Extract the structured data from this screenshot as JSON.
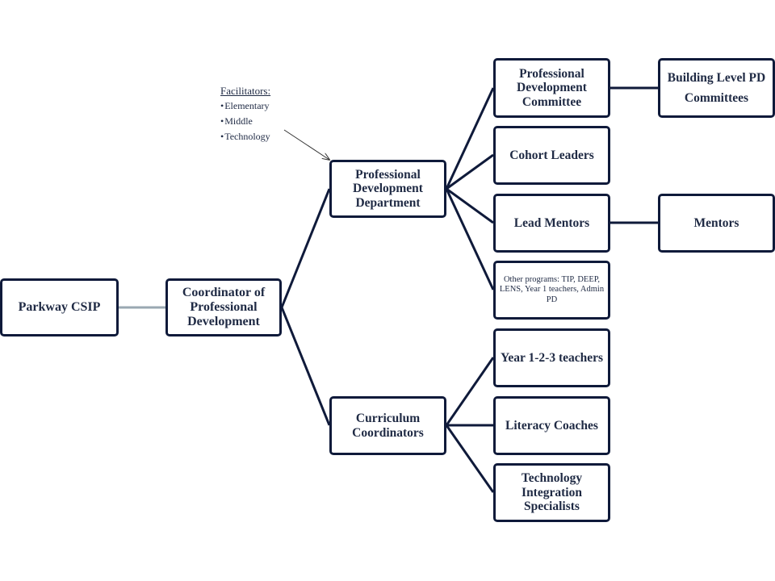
{
  "nodes": {
    "root": "Parkway CSIP",
    "coordinator": "Coordinator of Professional Development",
    "pd_department": "Professional Development Department",
    "curriculum": "Curriculum Coordinators",
    "pd_committee": "Professional Development Committee",
    "cohort": "Cohort Leaders",
    "lead_mentors": "Lead Mentors",
    "other_programs": "Other programs: TIP, DEEP, LENS, Year 1 teachers, Admin PD",
    "year123": "Year 1-2-3 teachers",
    "literacy": "Literacy Coaches",
    "tech_specialists": "Technology Integration Specialists",
    "building_line1": "Building Level PD",
    "building_line2": "Committees",
    "mentors": "Mentors"
  },
  "facilitators": {
    "title": "Facilitators:",
    "items": [
      "Elementary",
      "Middle",
      "Technology"
    ]
  },
  "colors": {
    "border": "#0f1a3a",
    "line": "#0f1a3a",
    "root_link": "#9aa8b2",
    "text": "#1f2a44"
  }
}
